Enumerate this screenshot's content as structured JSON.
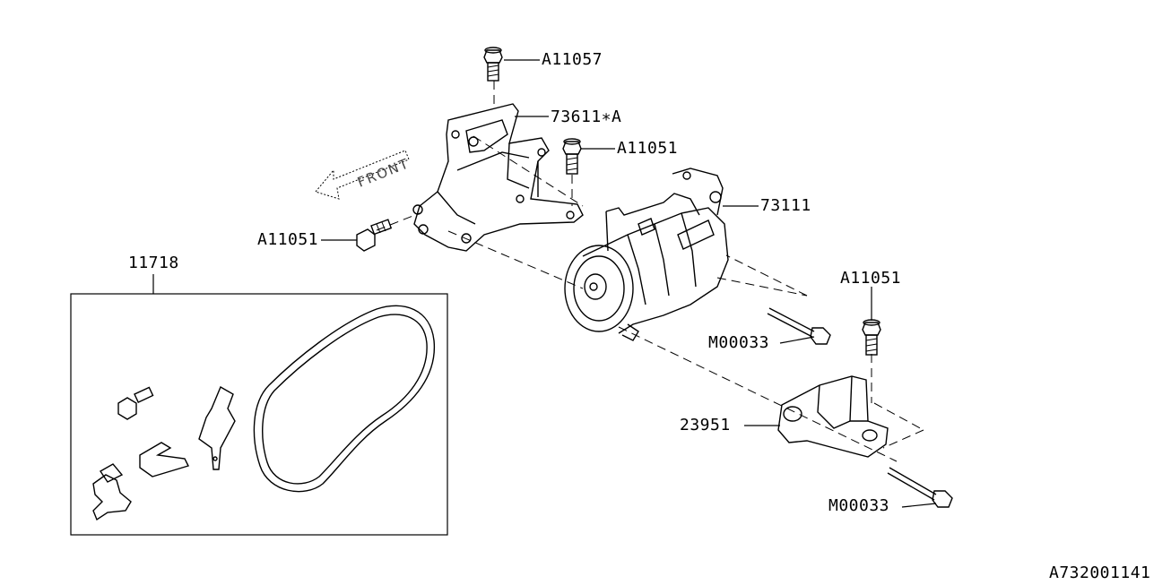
{
  "diagram": {
    "drawing_number": "A732001141",
    "direction_label": "FRONT",
    "callouts": [
      {
        "id": "bolt-top",
        "part_no": "A11057"
      },
      {
        "id": "bracket",
        "part_no": "73611∗A"
      },
      {
        "id": "bolt-mid",
        "part_no": "A11051"
      },
      {
        "id": "compressor",
        "part_no": "73111"
      },
      {
        "id": "bolt-left",
        "part_no": "A11051"
      },
      {
        "id": "kit",
        "part_no": "11718"
      },
      {
        "id": "bolt-right",
        "part_no": "A11051"
      },
      {
        "id": "long-bolt-1",
        "part_no": "M00033"
      },
      {
        "id": "stay",
        "part_no": "23951"
      },
      {
        "id": "long-bolt-2",
        "part_no": "M00033"
      }
    ]
  }
}
